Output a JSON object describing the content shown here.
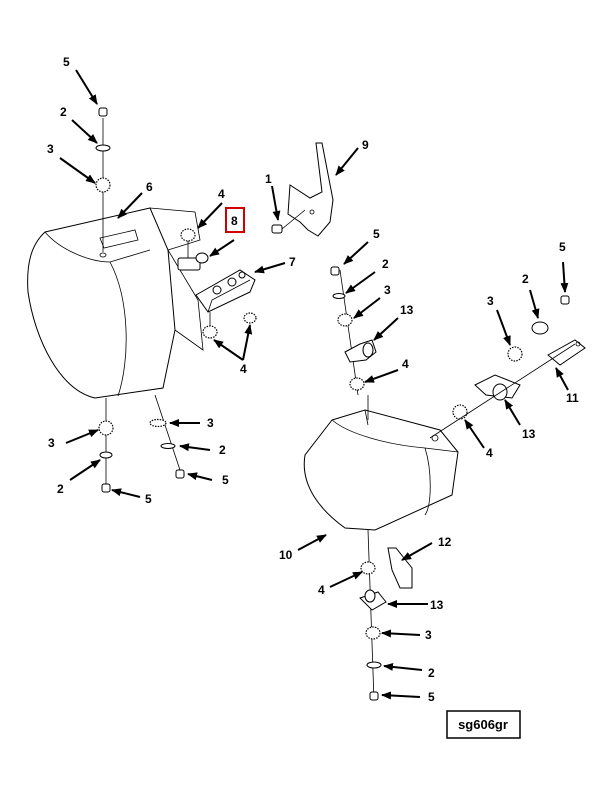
{
  "diagram": {
    "reference_code": "sg606gr",
    "highlighted_callout": "8",
    "callouts": [
      {
        "id": "c5-top",
        "text": "5"
      },
      {
        "id": "c2-top",
        "text": "2"
      },
      {
        "id": "c3-top",
        "text": "3"
      },
      {
        "id": "c6",
        "text": "6"
      },
      {
        "id": "c4-a",
        "text": "4"
      },
      {
        "id": "c8",
        "text": "8"
      },
      {
        "id": "c1",
        "text": "1"
      },
      {
        "id": "c9",
        "text": "9"
      },
      {
        "id": "c7",
        "text": "7"
      },
      {
        "id": "c4-b",
        "text": "4"
      },
      {
        "id": "c3-left",
        "text": "3"
      },
      {
        "id": "c2-left",
        "text": "2"
      },
      {
        "id": "c5-left",
        "text": "5"
      },
      {
        "id": "c3-mid",
        "text": "3"
      },
      {
        "id": "c2-mid",
        "text": "2"
      },
      {
        "id": "c5-mid",
        "text": "5"
      },
      {
        "id": "c5-ctr",
        "text": "5"
      },
      {
        "id": "c2-ctr",
        "text": "2"
      },
      {
        "id": "c3-ctr",
        "text": "3"
      },
      {
        "id": "c13-a",
        "text": "13"
      },
      {
        "id": "c4-c",
        "text": "4"
      },
      {
        "id": "c5-right",
        "text": "5"
      },
      {
        "id": "c2-right",
        "text": "2"
      },
      {
        "id": "c3-right",
        "text": "3"
      },
      {
        "id": "c11",
        "text": "11"
      },
      {
        "id": "c13-b",
        "text": "13"
      },
      {
        "id": "c4-d",
        "text": "4"
      },
      {
        "id": "c10",
        "text": "10"
      },
      {
        "id": "c12",
        "text": "12"
      },
      {
        "id": "c4-e",
        "text": "4"
      },
      {
        "id": "c13-c",
        "text": "13"
      },
      {
        "id": "c3-bot",
        "text": "3"
      },
      {
        "id": "c2-bot",
        "text": "2"
      },
      {
        "id": "c5-bot",
        "text": "5"
      }
    ]
  }
}
